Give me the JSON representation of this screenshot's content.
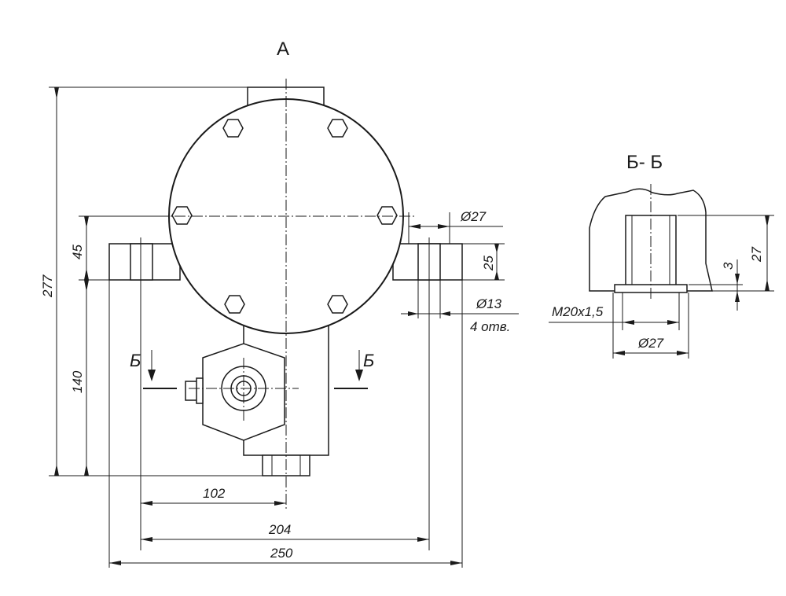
{
  "views": {
    "main_view_label": "А",
    "section_label": "Б- Б",
    "cut_marker_left": "Б",
    "cut_marker_right": "Б"
  },
  "dimensions": {
    "overall_height": "277",
    "flange_offset": "45",
    "lower_height": "140",
    "half_mount_width": "102",
    "mount_hole_spacing": "204",
    "overall_width": "250",
    "boss_diameter": "Ø27",
    "flange_thickness": "25",
    "hole_diameter": "Ø13",
    "hole_count": "4 отв."
  },
  "section_dimensions": {
    "thread": "M20x1,5",
    "bore_diameter": "Ø27",
    "depth": "27",
    "counterbore": "3"
  }
}
